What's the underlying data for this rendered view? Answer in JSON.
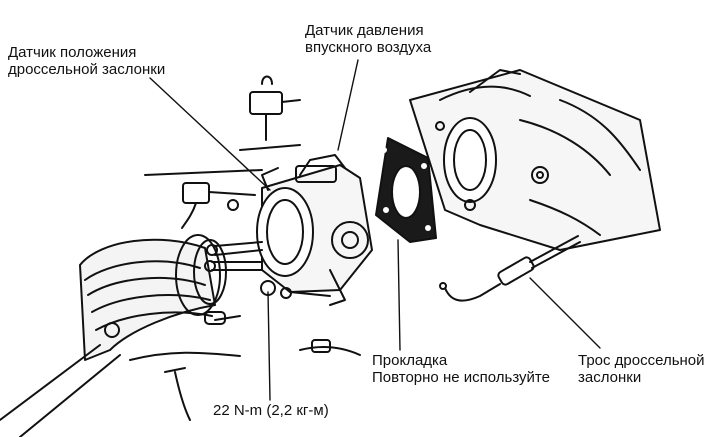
{
  "labels": {
    "throttle_position_sensor": "Датчик положения\nдроссельной заслонки",
    "intake_pressure_sensor": "Датчик давления\nвпускного воздуха",
    "gasket": "Прокладка\nПовторно не используйте",
    "throttle_cable": "Трос дроссельной\nзаслонки",
    "torque_spec": "22 N-m (2,2 кг-м)"
  }
}
